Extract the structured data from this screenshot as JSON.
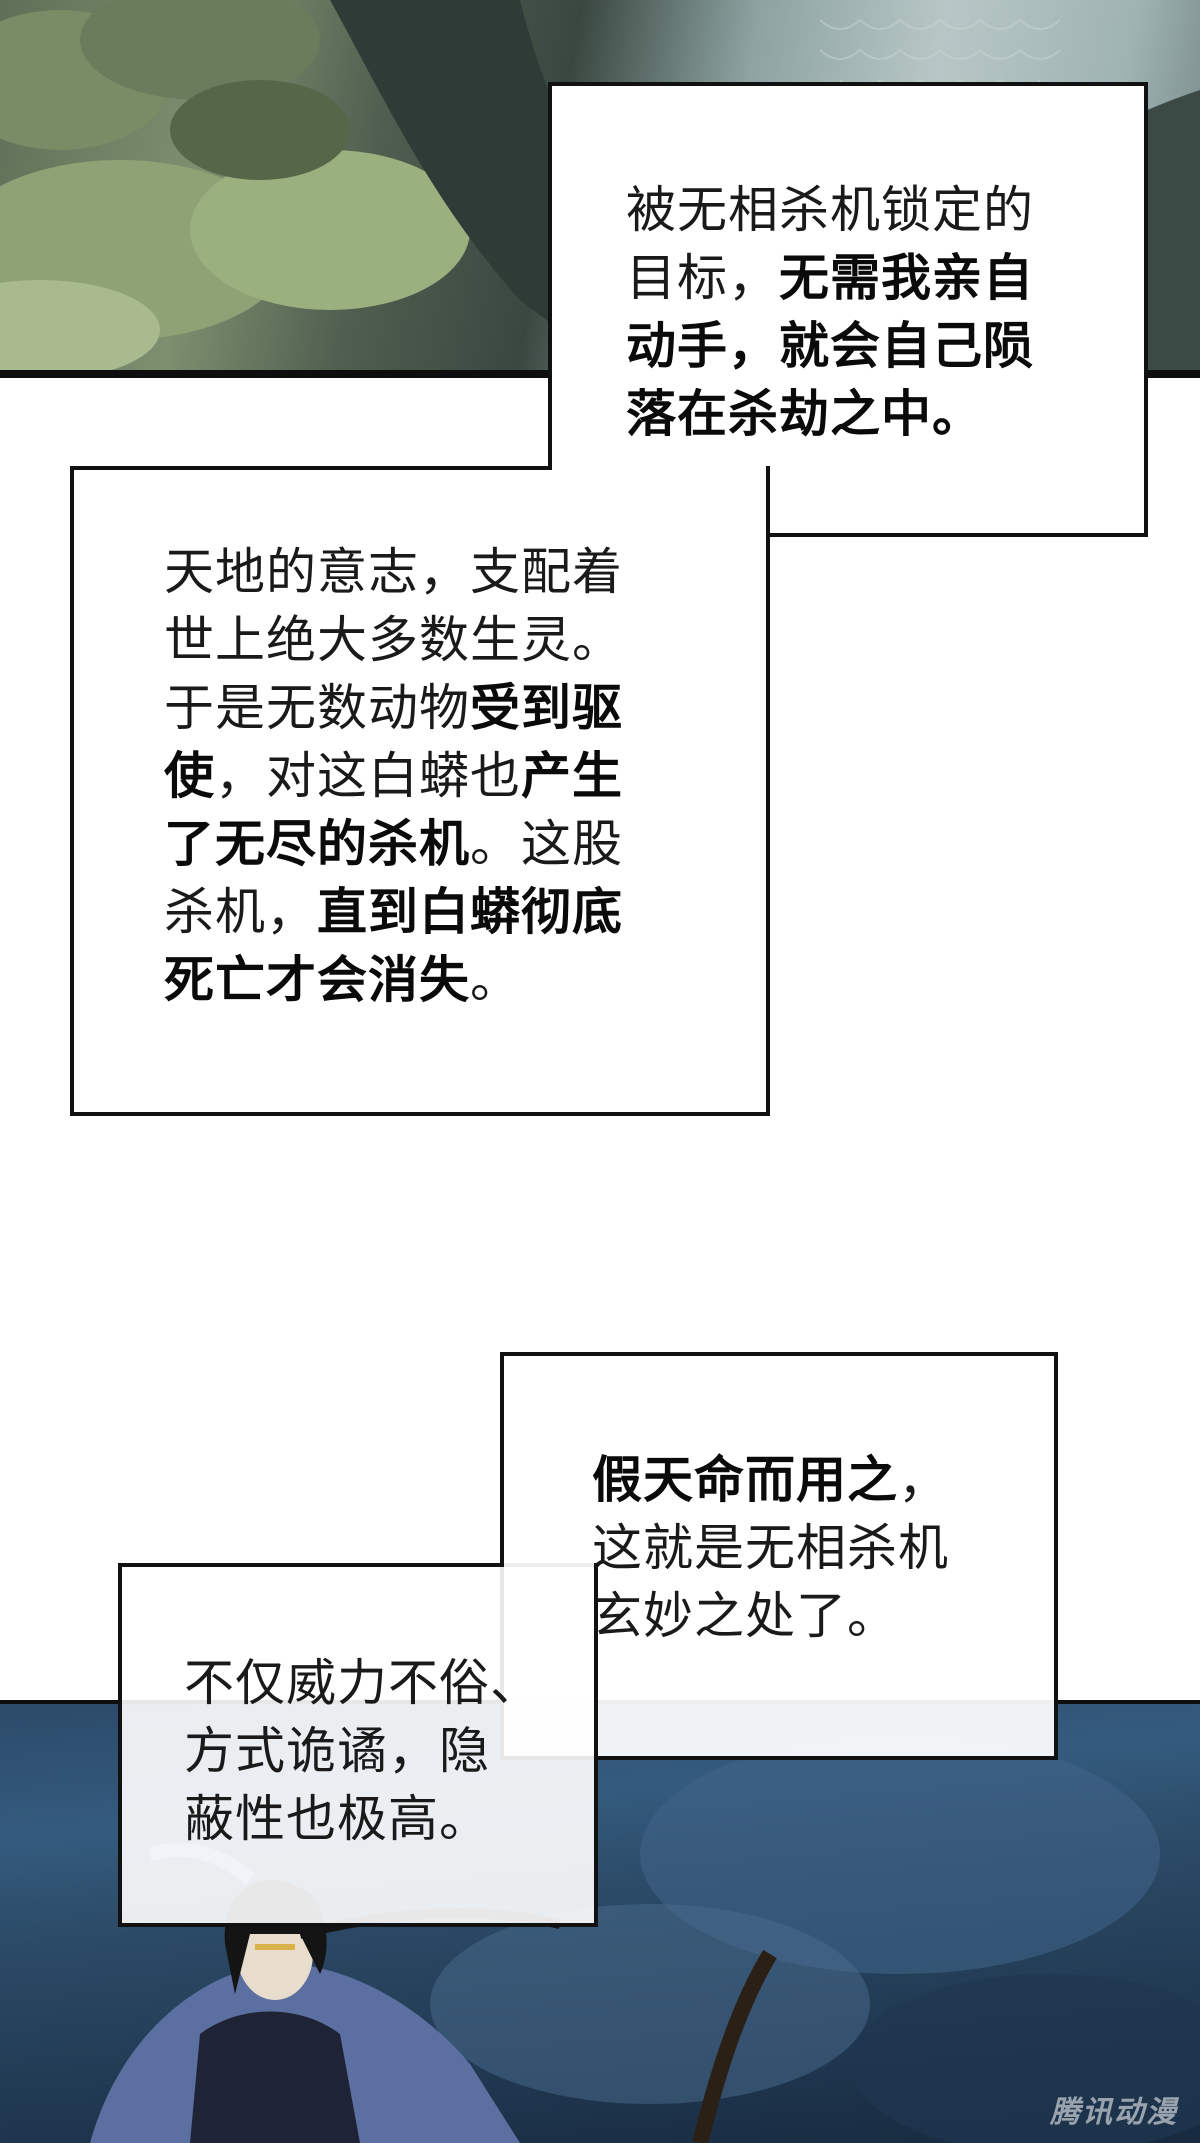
{
  "captions": {
    "box1": {
      "lines": [
        [
          {
            "t": "被无相杀机锁定的",
            "b": false
          }
        ],
        [
          {
            "t": "目标，",
            "b": false
          },
          {
            "t": "无需我亲自",
            "b": true
          }
        ],
        [
          {
            "t": "动手，就会自己陨",
            "b": true
          }
        ],
        [
          {
            "t": "落在杀劫之中。",
            "b": true
          }
        ]
      ]
    },
    "box2": {
      "lines": [
        [
          {
            "t": "天地的意志，支配着",
            "b": false
          }
        ],
        [
          {
            "t": "世上绝大多数生灵。",
            "b": false
          }
        ],
        [
          {
            "t": "于是无数动物",
            "b": false
          },
          {
            "t": "受到驱",
            "b": true
          }
        ],
        [
          {
            "t": "使",
            "b": true
          },
          {
            "t": "，对这白蟒也",
            "b": false
          },
          {
            "t": "产生",
            "b": true
          }
        ],
        [
          {
            "t": "了无尽的杀机",
            "b": true
          },
          {
            "t": "。这股",
            "b": false
          }
        ],
        [
          {
            "t": "杀机，",
            "b": false
          },
          {
            "t": "直到白蟒彻底",
            "b": true
          }
        ],
        [
          {
            "t": "死亡才会消失",
            "b": true
          },
          {
            "t": "。",
            "b": false
          }
        ]
      ]
    },
    "box3": {
      "lines": [
        [
          {
            "t": "假天命而用之",
            "b": true
          },
          {
            "t": "，",
            "b": false
          }
        ],
        [
          {
            "t": "这就是无相杀机",
            "b": false
          }
        ],
        [
          {
            "t": "玄妙之处了。",
            "b": false
          }
        ]
      ]
    },
    "box4": {
      "lines": [
        [
          {
            "t": "不仅威力不俗、",
            "b": false
          }
        ],
        [
          {
            "t": "方式诡谲，隐",
            "b": false
          }
        ],
        [
          {
            "t": "蔽性也极高。",
            "b": false
          }
        ]
      ]
    }
  },
  "watermark": "腾讯动漫",
  "colors": {
    "ink": "#111111",
    "paper": "#ffffff",
    "top_scene": "#5f6f58",
    "bottom_scene": "#2c4a6a"
  }
}
